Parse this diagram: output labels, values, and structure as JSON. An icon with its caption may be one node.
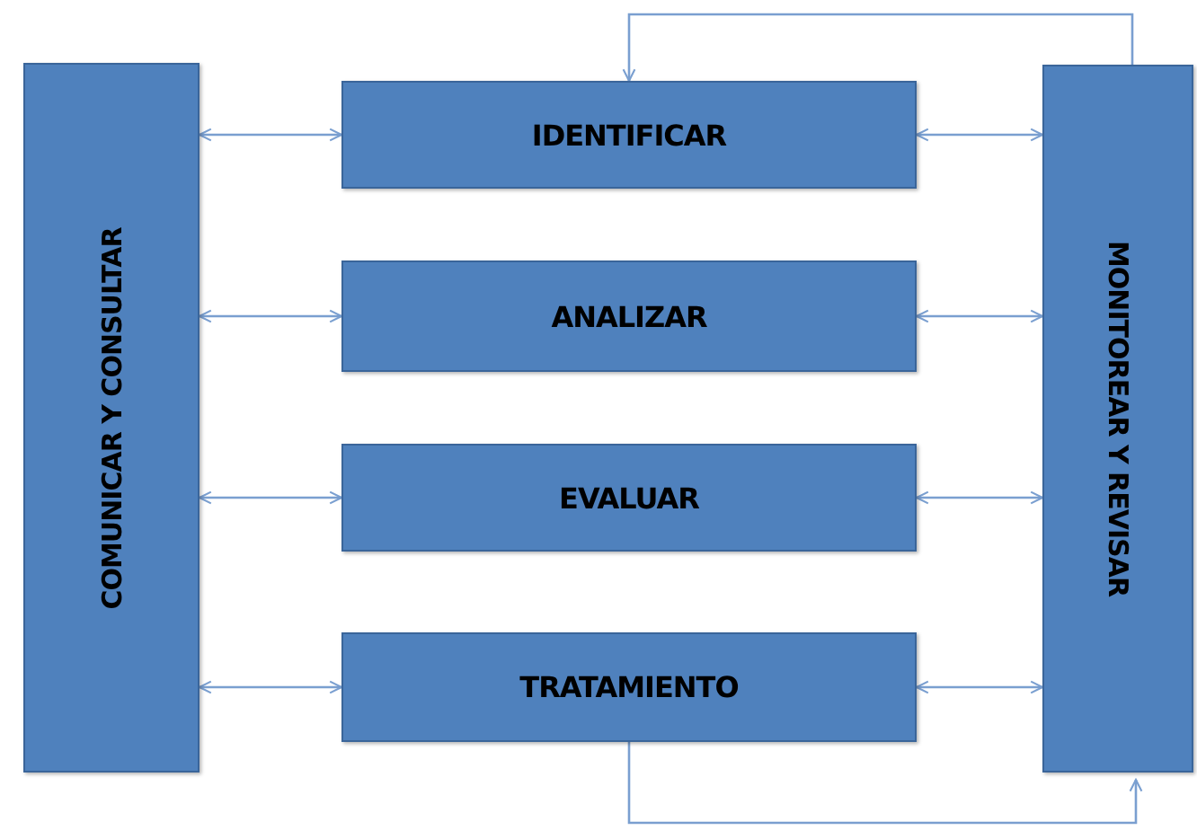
{
  "diagram": {
    "nodes": [
      {
        "text": [
          "COMUNICAR Y CONSULTAR"
        ]
      },
      {
        "text": [
          "IDENTIFICAR"
        ]
      },
      {
        "text": [
          "ANALIZAR"
        ]
      },
      {
        "text": [
          "EVALUAR"
        ]
      },
      {
        "text": [
          "TRATAMIENTO"
        ]
      },
      {
        "text": [
          "MONITOREAR Y REVISAR"
        ]
      }
    ],
    "edges": [
      {
        "from": 0,
        "to": 1,
        "arrow": "both"
      },
      {
        "from": 0,
        "to": 2,
        "arrow": "both"
      },
      {
        "from": 0,
        "to": 3,
        "arrow": "both"
      },
      {
        "from": 0,
        "to": 4,
        "arrow": "both"
      },
      {
        "from": 1,
        "to": 5,
        "arrow": "both"
      },
      {
        "from": 2,
        "to": 5,
        "arrow": "both"
      },
      {
        "from": 3,
        "to": 5,
        "arrow": "both"
      },
      {
        "from": 4,
        "to": 5,
        "arrow": "both"
      },
      {
        "from": 5,
        "to": 1,
        "arrow": "to"
      },
      {
        "from": 4,
        "to": 5,
        "arrow": "to"
      }
    ]
  }
}
